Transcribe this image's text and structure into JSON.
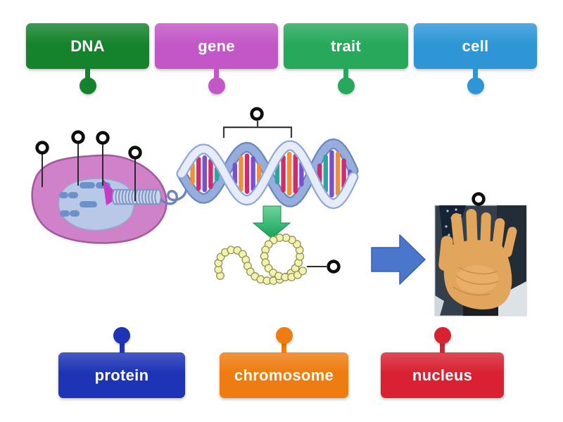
{
  "labels": {
    "top": [
      {
        "text": "DNA",
        "color": "#15832c"
      },
      {
        "text": "gene",
        "color": "#c357c7"
      },
      {
        "text": "trait",
        "color": "#27a95c"
      },
      {
        "text": "cell",
        "color": "#2e96d6"
      }
    ],
    "bottom": [
      {
        "text": "protein",
        "color": "#1e34b6"
      },
      {
        "text": "chromosome",
        "color": "#ee7c10"
      },
      {
        "text": "nucleus",
        "color": "#d92132"
      }
    ]
  },
  "diagram": {
    "colors": {
      "cell_body": "#cf82c8",
      "cell_outline": "#a656a0",
      "nucleus": "#b9c8e6",
      "nucleus_outline": "#93a9d2",
      "chromosome_pill": "#6b91cc",
      "nuclear_wedge": "#c43ec4",
      "coil_fill": "#ccd7ec",
      "coil_outline": "#7e96c4",
      "helix_front": "#e6ecf9",
      "helix_front_edge": "#8fa7d8",
      "helix_back": "#96aedd",
      "helix_back_edge": "#6a86bd",
      "helix_bars": [
        "#ef8f3c",
        "#d12a6e",
        "#7a4fd0",
        "#d12a6e",
        "#2aa79c",
        "#7a4fd0",
        "#ef8f3c",
        "#d12a6e",
        "#7a4fd0",
        "#ef8f3c",
        "#2aa79c",
        "#d12a6e"
      ],
      "bead": "#f3f3ae",
      "bead_outline": "#90905c",
      "green_arrow_top": "#6fd49c",
      "green_arrow_bottom": "#13a356",
      "green_arrow_edge": "#0d8f4c",
      "blue_arrow": "#4a77cc",
      "blue_arrow_edge": "#3a5fae",
      "pin_ring": "#0d0d0d",
      "pin_leg": "#2a2a2a",
      "bracket": "#3a3a3a",
      "hand_skin": "#e2a55c",
      "hand_skin_shade": "#c68540"
    }
  }
}
